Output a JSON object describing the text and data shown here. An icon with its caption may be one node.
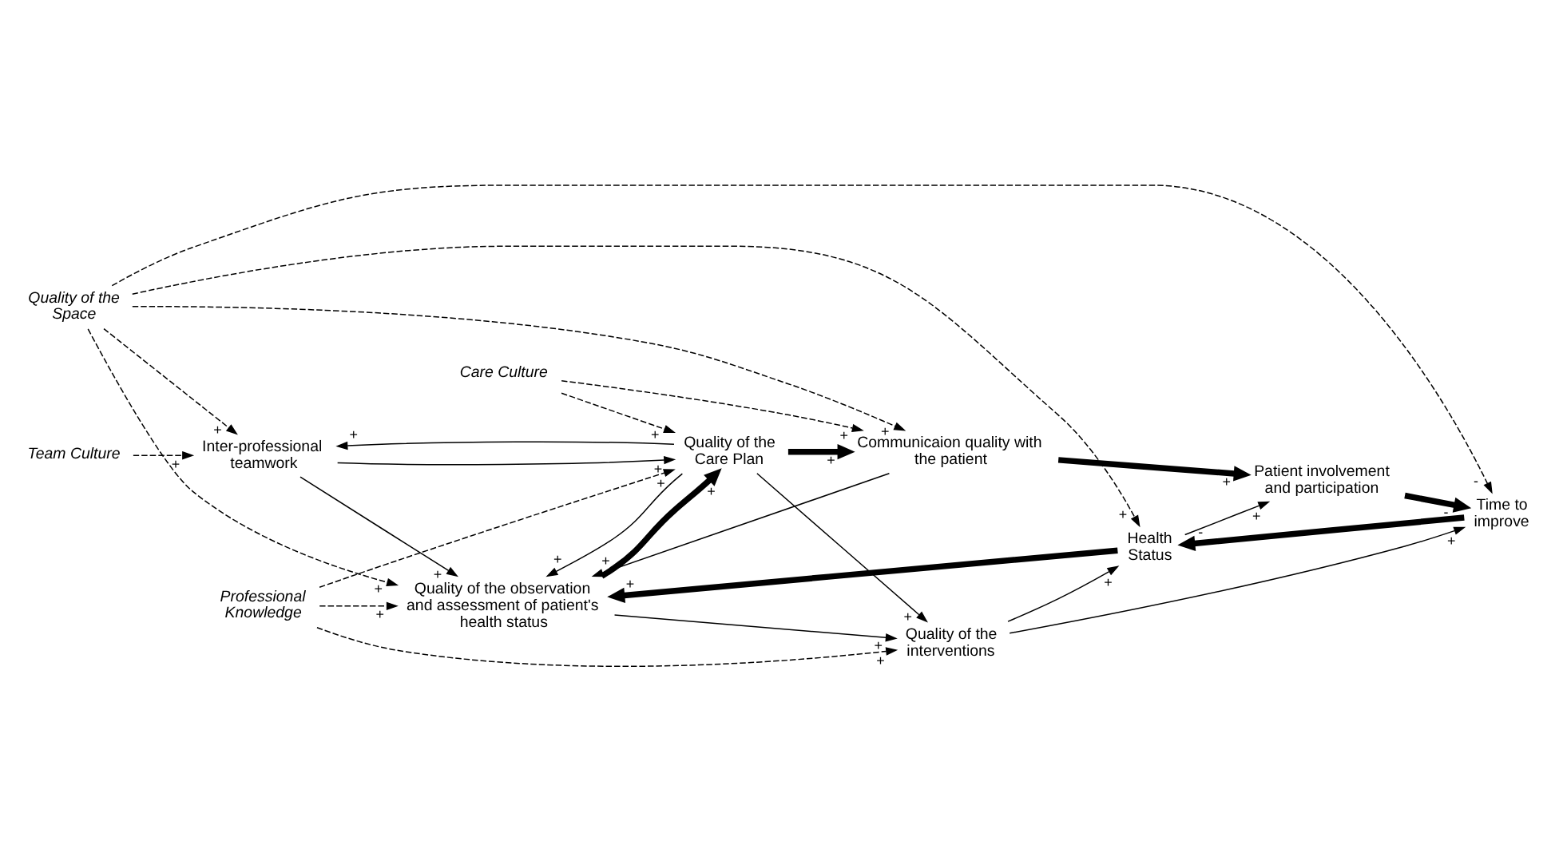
{
  "diagram": {
    "nodes": [
      {
        "text": [
          "Team Culture"
        ]
      },
      {
        "text": [
          "Quality of the Space"
        ]
      },
      {
        "text": [
          "Inter-professional teamwork"
        ]
      },
      {
        "text": [
          "Quality of the observation and assessment of patient's health status"
        ]
      },
      {
        "text": [
          "Quality of the interventions"
        ]
      },
      {
        "text": [
          "Health Status"
        ]
      },
      {
        "text": [
          "Quality of the Care Plan"
        ]
      },
      {
        "text": [
          "Professional Knowledge"
        ]
      },
      {
        "text": [
          "Time to improve"
        ]
      },
      {
        "text": [
          "Communicaion quality with the patient"
        ]
      },
      {
        "text": [
          "Patient involvement and participation"
        ]
      },
      {
        "text": [
          "Care Culture"
        ]
      }
    ],
    "edges": [
      {
        "from": 0,
        "to": 2,
        "arrow": "to",
        "label": "+",
        "style": "dashed"
      },
      {
        "from": 1,
        "to": 2,
        "arrow": "to",
        "label": "+",
        "style": "dashed"
      },
      {
        "from": 1,
        "to": 3,
        "arrow": "to",
        "label": "+",
        "style": "dashed"
      },
      {
        "from": 1,
        "to": 5,
        "arrow": "to",
        "label": "+",
        "style": "dashed"
      },
      {
        "from": 1,
        "to": 8,
        "arrow": "to",
        "label": "-",
        "style": "dashed"
      },
      {
        "from": 1,
        "to": 9,
        "arrow": "to",
        "label": "+",
        "style": "dashed"
      },
      {
        "from": 2,
        "to": 3,
        "arrow": "to",
        "label": "+"
      },
      {
        "from": 2,
        "to": 6,
        "arrow": "to",
        "label": "+"
      },
      {
        "from": 6,
        "to": 2,
        "arrow": "to",
        "label": "+"
      },
      {
        "from": 3,
        "to": 6,
        "arrow": "to",
        "label": "+",
        "style": "thick"
      },
      {
        "from": 6,
        "to": 3,
        "arrow": "to",
        "label": "+"
      },
      {
        "from": 7,
        "to": 3,
        "arrow": "to",
        "label": "+",
        "style": "dashed"
      },
      {
        "from": 9,
        "to": 3,
        "arrow": "to",
        "label": "+"
      },
      {
        "from": 3,
        "to": 4,
        "arrow": "to",
        "label": "+"
      },
      {
        "from": 7,
        "to": 4,
        "arrow": "to",
        "label": "+",
        "style": "dashed"
      },
      {
        "from": 6,
        "to": 4,
        "arrow": "to",
        "label": "+"
      },
      {
        "from": 7,
        "to": 6,
        "arrow": "to",
        "label": "+",
        "style": "dashed"
      },
      {
        "from": 4,
        "to": 5,
        "arrow": "to",
        "label": "+"
      },
      {
        "from": 5,
        "to": 3,
        "arrow": "to",
        "label": "+",
        "style": "thick"
      },
      {
        "from": 4,
        "to": 8,
        "arrow": "to",
        "label": "+"
      },
      {
        "from": 8,
        "to": 5,
        "arrow": "to",
        "label": "-",
        "style": "thick"
      },
      {
        "from": 5,
        "to": 10,
        "arrow": "to",
        "label": "+"
      },
      {
        "from": 10,
        "to": 8,
        "arrow": "to",
        "label": "-",
        "style": "thick"
      },
      {
        "from": 6,
        "to": 9,
        "arrow": "to",
        "label": "+",
        "style": "thick"
      },
      {
        "from": 11,
        "to": 9,
        "arrow": "to",
        "label": "+",
        "style": "dashed"
      },
      {
        "from": 11,
        "to": 6,
        "arrow": "to",
        "label": "+",
        "style": "dashed"
      },
      {
        "from": 9,
        "to": 10,
        "arrow": "to",
        "label": "+",
        "style": "thick"
      }
    ]
  }
}
